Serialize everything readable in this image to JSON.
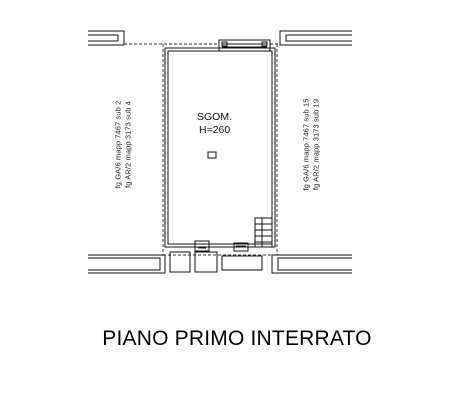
{
  "room": {
    "name": "SGOM.",
    "height": "H=260"
  },
  "labels": {
    "left_line1": "fg GA/6 mapp 7467 sub 2",
    "left_line2": "fg AR/2 mapp 3173 sub 4",
    "right_line1": "fg GA/6 mapp 7467 sub 15",
    "right_line2": "fg AR/2 mapp 3173 sub 19"
  },
  "caption": "PIANO PRIMO INTERRATO",
  "colors": {
    "line": "#111111",
    "dashed": "#333333",
    "background": "#ffffff"
  }
}
